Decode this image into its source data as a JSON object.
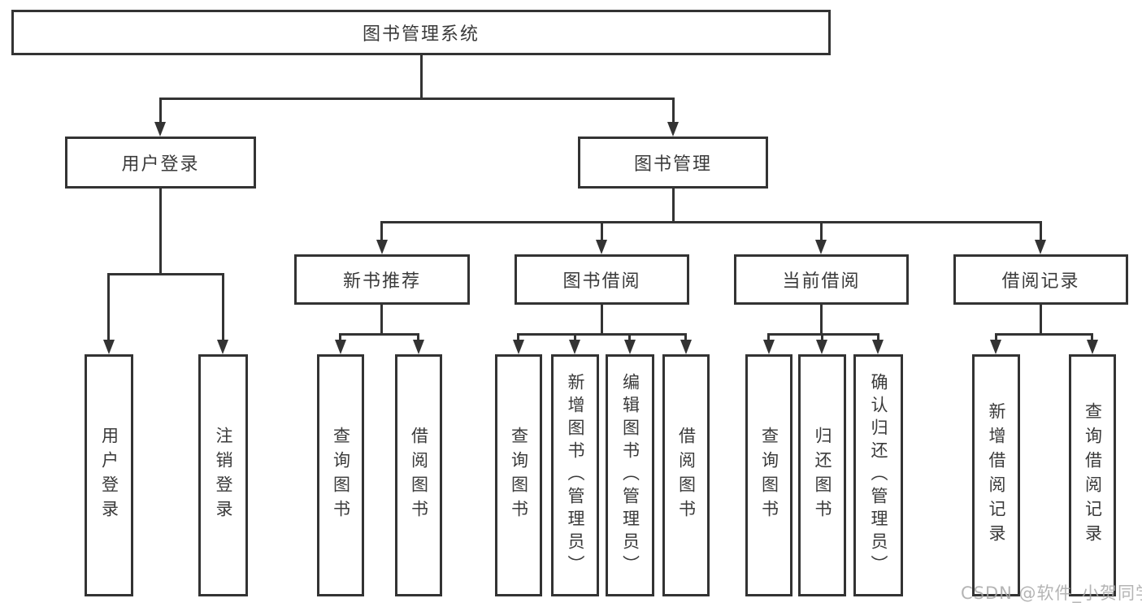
{
  "root": {
    "label": "图书管理系统"
  },
  "level2": {
    "user_login": "用户登录",
    "book_mgmt": "图书管理"
  },
  "level3": {
    "new_books": "新书推荐",
    "borrowing": "图书借阅",
    "current": "当前借阅",
    "records": "借阅记录"
  },
  "leaves": {
    "user_login_1": "用户登录",
    "user_login_2": "注销登录",
    "new_books_1": "查询图书",
    "new_books_2": "借阅图书",
    "borrowing_1": "查询图书",
    "borrowing_2": "新增图书（管理员）",
    "borrowing_3": "编辑图书（管理员）",
    "borrowing_4": "借阅图书",
    "current_1": "查询图书",
    "current_2": "归还图书",
    "current_3": "确认归还（管理员）",
    "records_1": "新增借阅记录",
    "records_2": "查询借阅记录"
  },
  "watermark": {
    "text": "CSDN @软件_小贺同学"
  },
  "colors": {
    "line": "#333333",
    "text": "#3a3a3a",
    "watermark": "#a8a8a8",
    "background": "#ffffff"
  }
}
